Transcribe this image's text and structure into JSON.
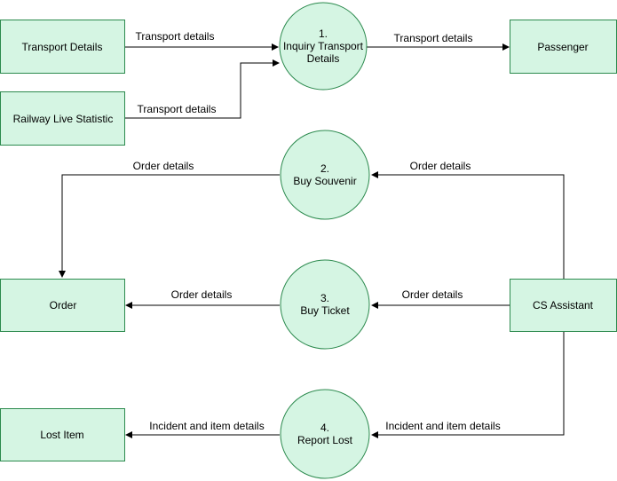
{
  "entities": {
    "transport_details": "Transport Details",
    "railway_live_statistic": "Railway Live Statistic",
    "passenger": "Passenger",
    "order": "Order",
    "cs_assistant": "CS Assistant",
    "lost_item": "Lost Item"
  },
  "processes": {
    "p1": {
      "number": "1.",
      "label_line1": "Inquiry Transport",
      "label_line2": "Details"
    },
    "p2": {
      "number": "2.",
      "label_line1": "Buy Souvenir"
    },
    "p3": {
      "number": "3.",
      "label_line1": "Buy Ticket"
    },
    "p4": {
      "number": "4.",
      "label_line1": "Report Lost"
    }
  },
  "flows": {
    "transport_to_p1": "Transport details",
    "railway_to_p1": "Transport details",
    "p1_to_passenger": "Transport details",
    "p2_to_order": "Order details",
    "cs_to_p2": "Order details",
    "p3_to_order": "Order details",
    "cs_to_p3": "Order details",
    "p4_to_lost": "Incident and item details",
    "cs_to_p4": "Incident and item details"
  },
  "colors": {
    "node_fill": "#d5f5e3",
    "node_stroke": "#2c8a4e",
    "line": "#000000"
  }
}
